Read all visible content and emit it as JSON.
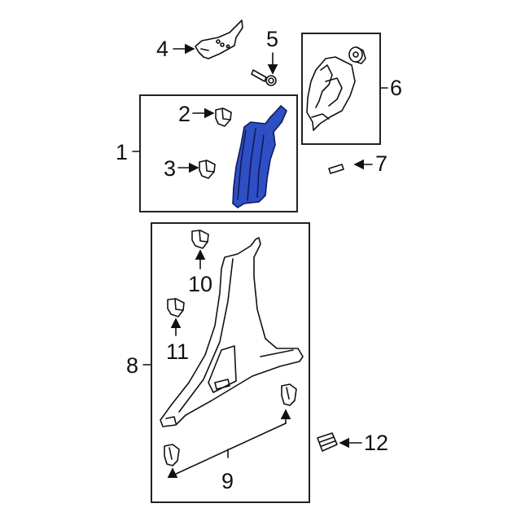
{
  "diagram": {
    "type": "exploded-parts-diagram",
    "accent_color": "#2f4fc4",
    "highlighted_part": "1",
    "callouts": [
      {
        "id": "1",
        "label": "1",
        "part": "pillar-trim-assembly (highlighted blue)"
      },
      {
        "id": "2",
        "label": "2",
        "part": "clip"
      },
      {
        "id": "3",
        "label": "3",
        "part": "clip"
      },
      {
        "id": "4",
        "label": "4",
        "part": "bracket"
      },
      {
        "id": "5",
        "label": "5",
        "part": "bolt"
      },
      {
        "id": "6",
        "label": "6",
        "part": "bracket-assembly with grommet"
      },
      {
        "id": "7",
        "label": "7",
        "part": "bolt"
      },
      {
        "id": "8",
        "label": "8",
        "part": "center pillar trim panel"
      },
      {
        "id": "9",
        "label": "9",
        "part": "lower clips"
      },
      {
        "id": "10",
        "label": "10",
        "part": "upper clip"
      },
      {
        "id": "11",
        "label": "11",
        "part": "clip"
      },
      {
        "id": "12",
        "label": "12",
        "part": "insert / pad"
      }
    ]
  }
}
